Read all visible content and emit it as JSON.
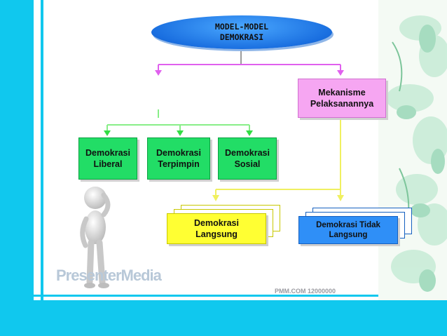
{
  "title": "MODEL-MODEL\nDEMOKRASI",
  "nodes": {
    "mekanisme": "Mekanisme\nPelaksanannya",
    "liberal": "Demokrasi\nLiberal",
    "terpimpin": "Demokrasi\nTerpimpin",
    "sosial": "Demokrasi\nSosial",
    "langsung": "Demokrasi\nLangsung",
    "tidak_langsung": "Demokrasi Tidak\nLangsung"
  },
  "watermark": "PresenterMedia",
  "stamp": "PMM.COM 12000000",
  "colors": {
    "frame": "#10c8ee",
    "ellipse": "#1a6fe0",
    "green": "#22dd66",
    "pink": "#f6a6f2",
    "yellow": "#ffff33",
    "blue": "#2f8ff7",
    "line_left": "#f0f060",
    "line_right": "#e060ee"
  }
}
